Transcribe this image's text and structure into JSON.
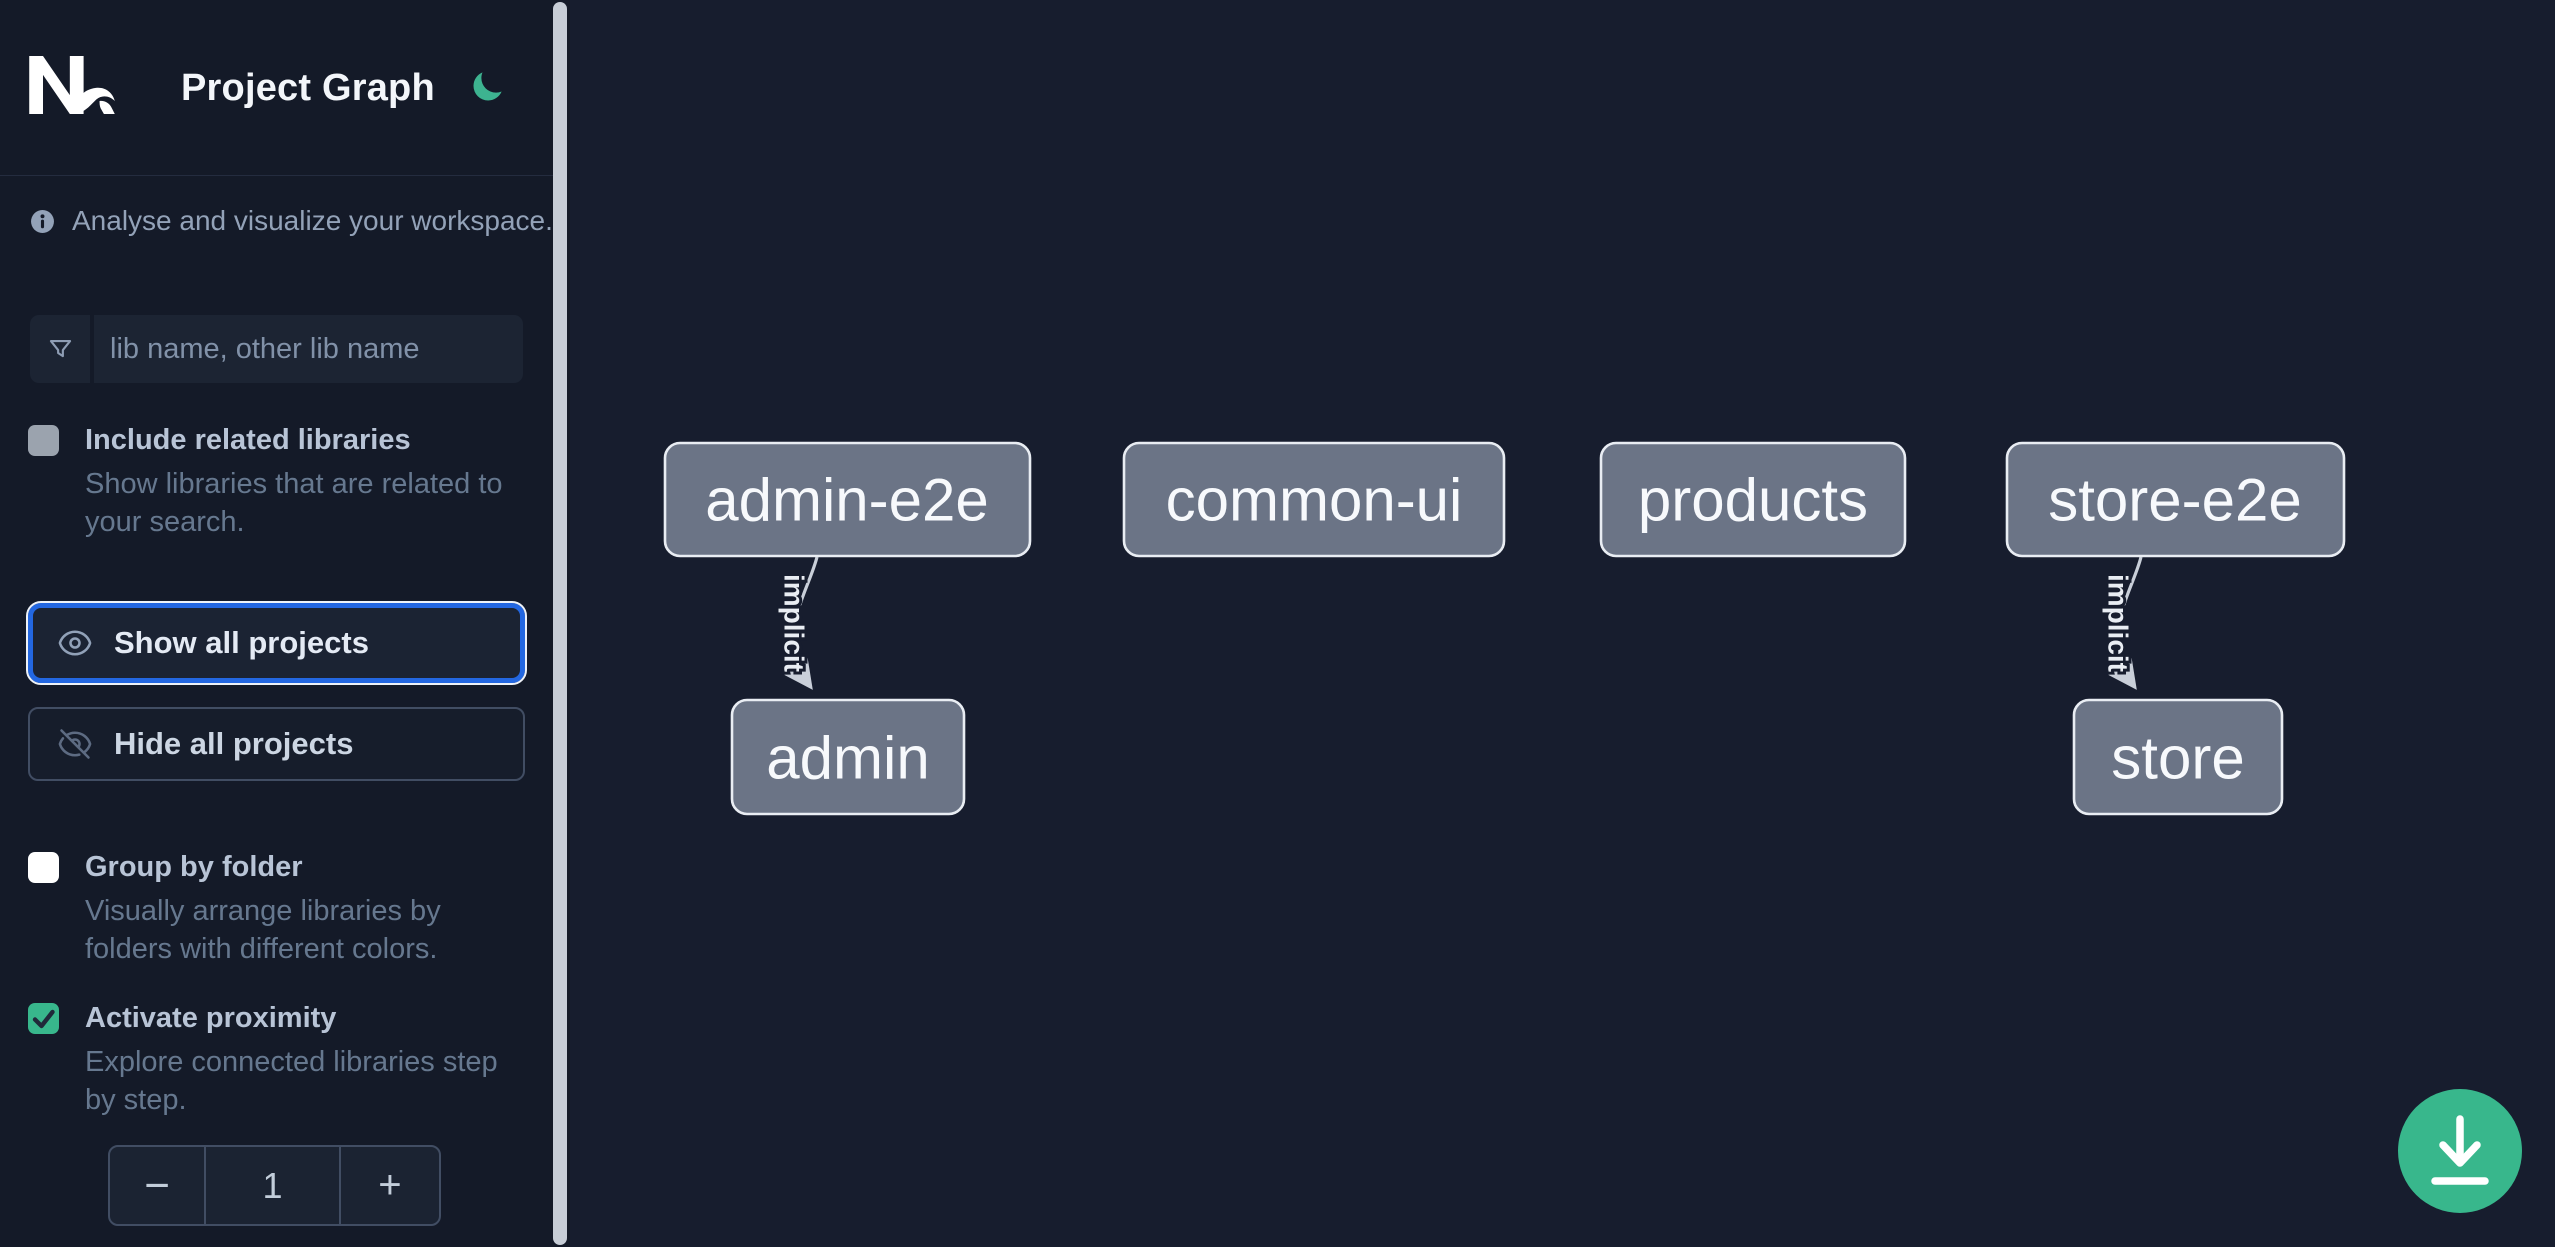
{
  "header": {
    "title": "Project Graph",
    "logo_icon": "nx-logo",
    "theme_toggle_icon": "moon-icon"
  },
  "sidebar": {
    "tagline": "Analyse and visualize your workspace.",
    "tagline_icon": "info-icon",
    "search": {
      "placeholder": "lib name, other lib name",
      "icon": "filter-icon"
    },
    "options": [
      {
        "title": "Include related libraries",
        "description": "Show libraries that are related to\nyour search.",
        "checked": false
      },
      {
        "title": "Group by folder",
        "description": "Visually arrange libraries by\nfolders with different colors.",
        "checked": false
      },
      {
        "title": "Activate proximity",
        "description": "Explore connected libraries step\nby step.",
        "checked": true
      }
    ],
    "actions": {
      "show_all": "Show all projects",
      "show_all_icon": "eye-icon",
      "hide_all": "Hide all projects",
      "hide_all_icon": "eye-off-icon"
    },
    "proximity_stepper": {
      "decrement_label": "−",
      "value": "1",
      "increment_label": "+"
    }
  },
  "graph": {
    "nodes": [
      {
        "id": "admin-e2e",
        "label": "admin-e2e"
      },
      {
        "id": "common-ui",
        "label": "common-ui"
      },
      {
        "id": "products",
        "label": "products"
      },
      {
        "id": "store-e2e",
        "label": "store-e2e"
      },
      {
        "id": "admin",
        "label": "admin"
      },
      {
        "id": "store",
        "label": "store"
      }
    ],
    "edges": [
      {
        "from": "admin-e2e",
        "to": "admin",
        "label": "implicit"
      },
      {
        "from": "store-e2e",
        "to": "store",
        "label": "implicit"
      }
    ],
    "download_button_icon": "download-icon"
  },
  "colors": {
    "sidebar_bg": "#141a28",
    "canvas_bg": "#171d2e",
    "accent_blue": "#2367e1",
    "accent_green": "#38b78c",
    "node_fill": "#6b7486",
    "node_border": "#e9edf3",
    "edge_gray": "#c9cfd9"
  }
}
